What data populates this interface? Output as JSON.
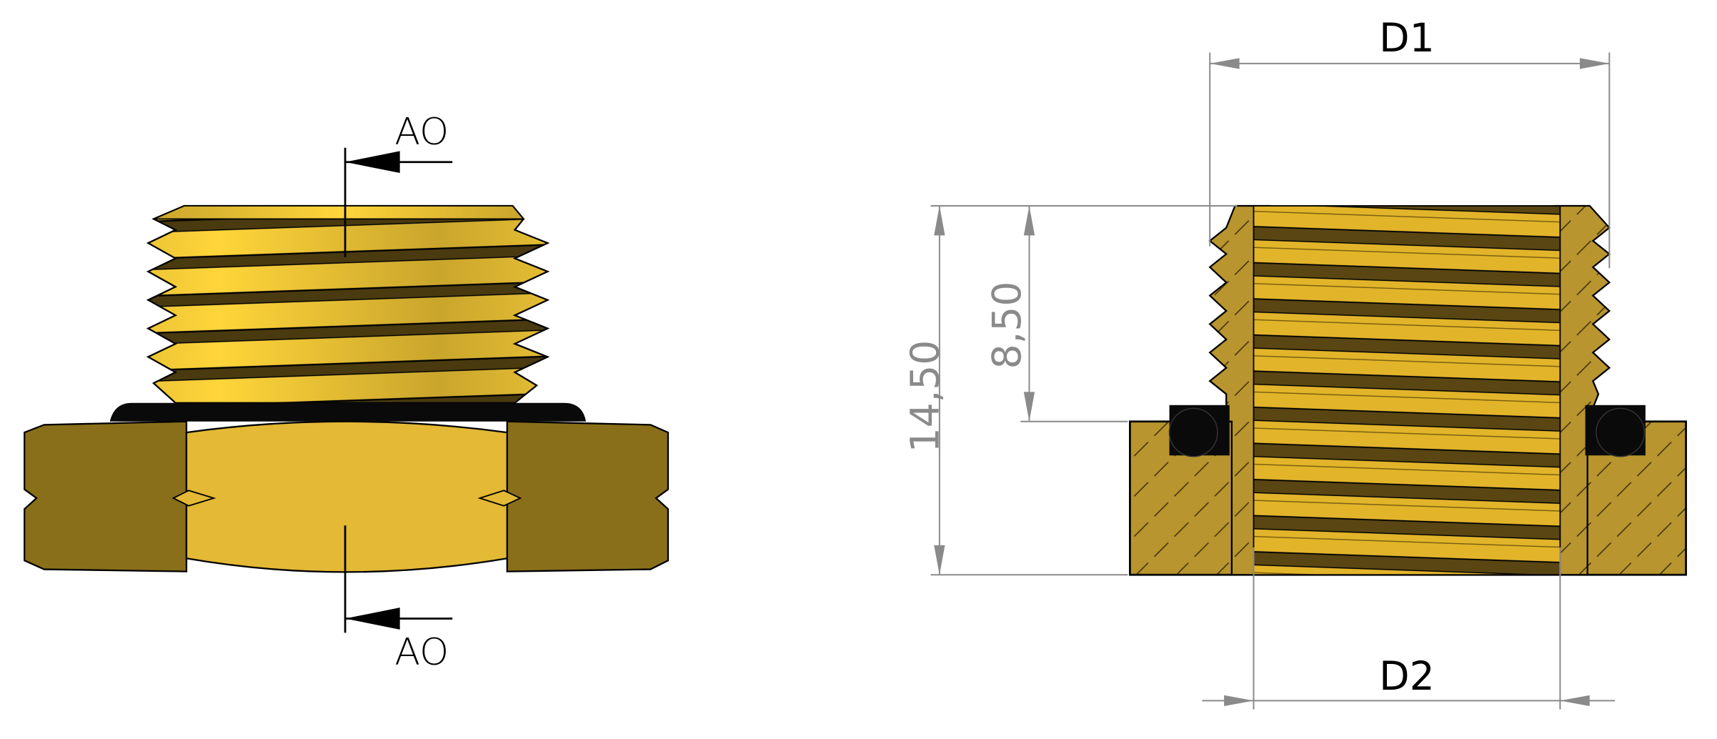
{
  "drawing": {
    "section_view": {
      "label_top": "AO",
      "label_bottom": "AO"
    },
    "dimensions": {
      "outer_thread_diameter": "D1",
      "inner_thread_diameter": "D2",
      "total_height": "14,50",
      "thread_length": "8,50"
    },
    "colors": {
      "brass_light": "#e3b935",
      "brass_dark": "#8a6f1a",
      "brass_section": "#b8952e",
      "thread_highlight": "#f3c93a",
      "thread_shadow": "#4a3a10",
      "oring": "#0a0a0a",
      "dimension_line": "#8a8a8a"
    }
  }
}
